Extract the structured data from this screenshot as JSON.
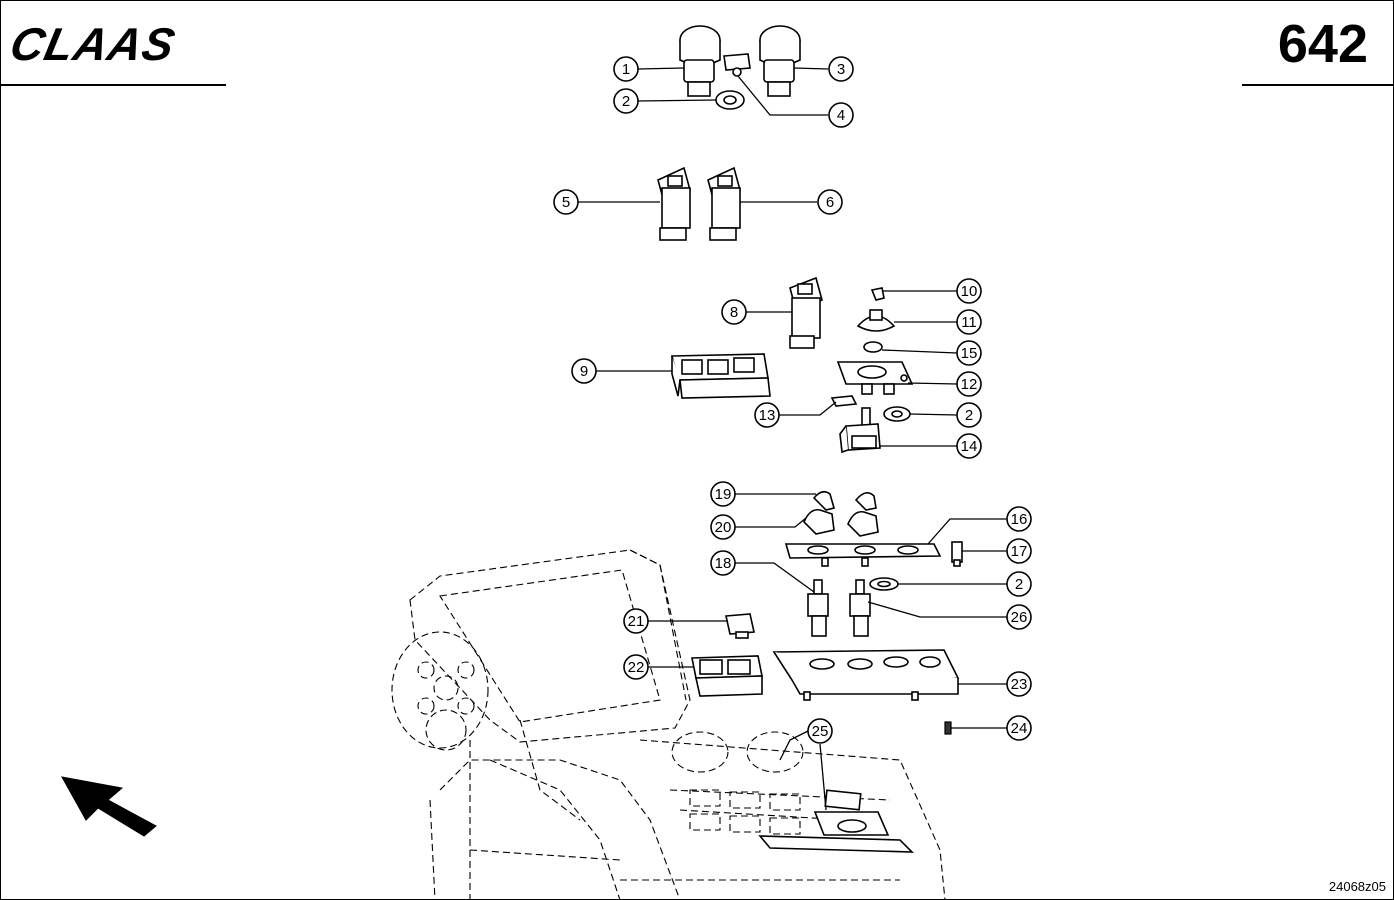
{
  "header": {
    "brand": "CLAAS",
    "page_number": "642"
  },
  "footer": {
    "drawing_id": "24068z05"
  },
  "colors": {
    "line": "#000000",
    "background": "#ffffff"
  },
  "icons": {
    "orientation": "direction-arrow-icon"
  },
  "callouts": [
    "1",
    "2",
    "3",
    "4",
    "5",
    "6",
    "8",
    "9",
    "10",
    "11",
    "15",
    "12",
    "13",
    "2",
    "14",
    "19",
    "20",
    "16",
    "17",
    "18",
    "2",
    "21",
    "26",
    "22",
    "23",
    "24",
    "25"
  ]
}
